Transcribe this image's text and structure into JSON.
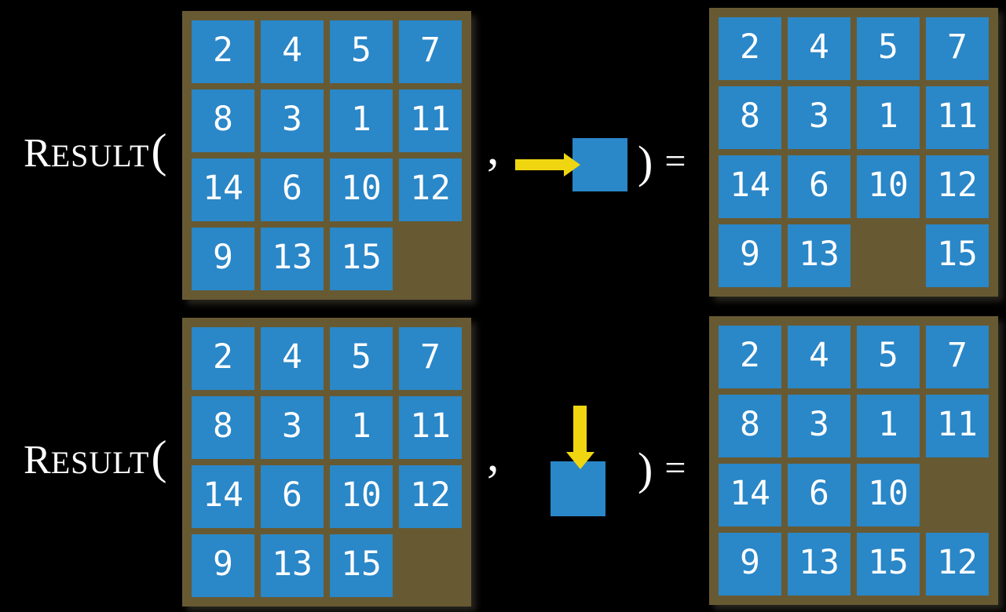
{
  "colors": {
    "background": "#000000",
    "tile_blue": "#2a87c8",
    "frame_brown": "#675a33",
    "arrow_yellow": "#efd611",
    "number_white": "#ffffff"
  },
  "function": {
    "r": "R",
    "esult": "ESULT",
    "open_paren": "(",
    "comma": ",",
    "close_paren": ")",
    "equals": "="
  },
  "examples": [
    {
      "action": "slide-tile-right",
      "arrow_direction": "right",
      "input_grid": [
        [
          2,
          4,
          5,
          7
        ],
        [
          8,
          3,
          1,
          11
        ],
        [
          14,
          6,
          10,
          12
        ],
        [
          9,
          13,
          15,
          null
        ]
      ],
      "result_grid": [
        [
          2,
          4,
          5,
          7
        ],
        [
          8,
          3,
          1,
          11
        ],
        [
          14,
          6,
          10,
          12
        ],
        [
          9,
          13,
          null,
          15
        ]
      ]
    },
    {
      "action": "slide-tile-down",
      "arrow_direction": "down",
      "input_grid": [
        [
          2,
          4,
          5,
          7
        ],
        [
          8,
          3,
          1,
          11
        ],
        [
          14,
          6,
          10,
          12
        ],
        [
          9,
          13,
          15,
          null
        ]
      ],
      "result_grid": [
        [
          2,
          4,
          5,
          7
        ],
        [
          8,
          3,
          1,
          11
        ],
        [
          14,
          6,
          10,
          null
        ],
        [
          9,
          13,
          15,
          12
        ]
      ]
    }
  ]
}
